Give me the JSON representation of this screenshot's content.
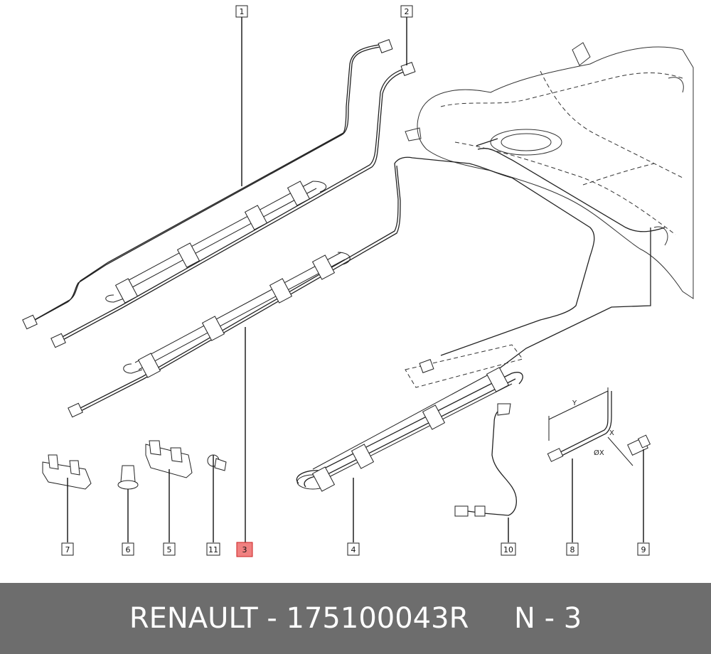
{
  "footer": {
    "brand": "RENAULT",
    "separator": " - ",
    "part_number": "175100043R",
    "gap": "     ",
    "sheet": "N - 3"
  },
  "callouts": [
    {
      "id": "c1",
      "label": "1"
    },
    {
      "id": "c2",
      "label": "2"
    },
    {
      "id": "c3",
      "label": "3"
    },
    {
      "id": "c4",
      "label": "4"
    },
    {
      "id": "c5",
      "label": "5"
    },
    {
      "id": "c6",
      "label": "6"
    },
    {
      "id": "c7",
      "label": "7"
    },
    {
      "id": "c8",
      "label": "8"
    },
    {
      "id": "c9",
      "label": "9"
    },
    {
      "id": "c10",
      "label": "10"
    },
    {
      "id": "c11",
      "label": "11"
    }
  ],
  "highlighted_callout": "3",
  "highlight_color": "#f08080",
  "dimensions": {
    "y": "Y",
    "x": "X",
    "diameter": "ØX"
  }
}
